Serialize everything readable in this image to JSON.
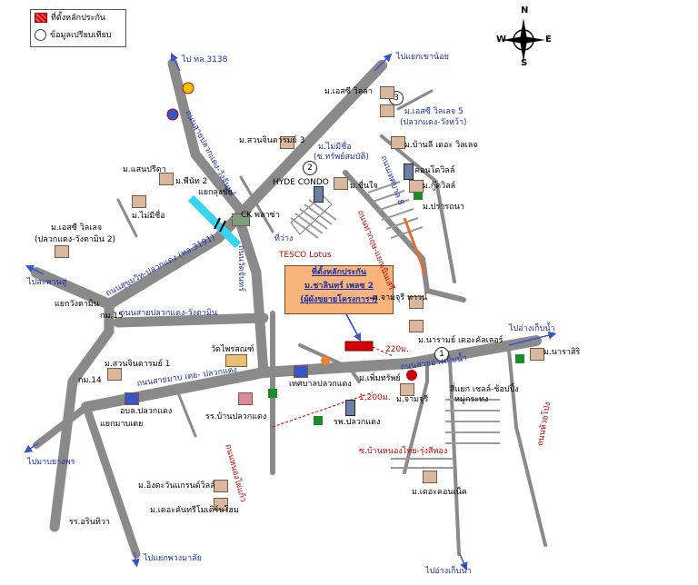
{
  "legend": {
    "project_location": "ที่ตั้งหลักประกัน",
    "comparables": "ข้อมูลเปรียบเทียบ"
  },
  "compass": {
    "n": "N",
    "s": "S",
    "e": "E",
    "w": "W"
  },
  "callout": {
    "line1": "ที่ตั้งหลักประกัน",
    "line2": "ม.ชาลินทร์ เพลซ 2",
    "line3": "(ผู้ผังขยายโครงการฯ)"
  },
  "markers": {
    "m1": "1",
    "m2": "2",
    "m3": "3"
  },
  "directions": {
    "to_3138": "ไป ทล.3138",
    "to_khao_noi": "ไปแยกเขาน้อย",
    "to_sapanku": "ไปสะพานสู่",
    "to_ang_kep_nam_top": "ไปอ่างเก็บน้ำ",
    "to_map_yang_phon": "ไปมาบยางพร",
    "to_phuang_malai": "ไปแยกพวงมาลัย",
    "to_ang_kep_nam_bottom": "ไปอ่างเก็บน้ำ"
  },
  "roads": {
    "pluak_daeng_wang_chan_rd": "ถนนสายปลวกแดง-วังจันทร์",
    "sukhumvit_3191": "ถนนสุขุมวิท-ปลวกแดง (ทล.3191)",
    "pluak_daeng_wangtamin": "ถนนสายปลวกแดง-วังตามิน",
    "map_ta_phut_pluak_daeng": "ถนนสายมาบ เตย- ปลวกแดง",
    "wat_chan": "ถนนวัดจันทร์",
    "nong_phai_kaeo": "ถนนหนองไผ่แก้ว",
    "soi_8": "ถนนเทศบาล 8",
    "tha_krit": "ถนนท่ากฤษ-แยกเนินเสรี",
    "ban_nong_phai": "ซ.บ้านหนองไทย-รุ่งสีทอง",
    "route_right": "ถนนสายอ่างเก็บน้ำ",
    "huai_pong": "ถนนห้วยโป่ง"
  },
  "places": {
    "es_villa_top": "ม.เอสซี วิลล่า",
    "es_villa_5": "ม.เอสซี วิลเลจ 5",
    "es_villa_5_sub": "(ปลวกแดง-วังหว้า)",
    "ban_lee_village": "ม.บ้านลี เดอะ วิลเลจ",
    "condo_villa": "คอนโดวิลล์",
    "goodville": "ม.กู๊ดวิลล์",
    "pratana": "ม.ปรารถนา",
    "suan_jinda_3": "ม.สวนจินดารมย์ 3",
    "mai_mee_sue_top": "ม.ไม่มีชื่อ",
    "mai_mee_sue_top_sub": "(ซ.ทรัพย์สมบัติ)",
    "hyde_condo": "HYDE CONDO",
    "chuen_jai": "ม.ชื่นใจ",
    "saensiri": "ม.แสนปรีดา",
    "pinat_2": "ม.พีนัท 2",
    "mai_mee_sue_left": "ม.ไม่มีชื่อ",
    "yaek_loong_chai": "แยกลุงชัย",
    "ck_plaza": "CK พลาซ่า",
    "es_villa_left": "ม.เอสซี วิลเลจ",
    "es_villa_left_sub": "(ปลวกแดง-วังตามิน 2)",
    "thi_wang": "ที่ว่าง",
    "tesco": "TESCO Lotus",
    "yaek_wang_tamin": "แยกวังตามิน",
    "km15": "กม.15",
    "charmjari_tower": "ม.จามจุรี ทาวน์",
    "narumol_collection": "ม.นารามย์ เดอะคัลเลอร์",
    "nara_siri": "ม.นาราสิริ",
    "wat_phrai": "วัดไพรสณฑ์",
    "suan_jinda_1": "ม.สวนจินดารมย์ 1",
    "km14": "กม.14",
    "tedsaban": "เทศบาลปลวกแดง",
    "pluak_daeng_dist": "อบล.ปลวกแดง",
    "rr_ban_pluak": "รร.บ้านปลวกแดง",
    "phimsiri": "ม.เพิ่มทรัพย์",
    "charmjuri": "ม.จามจุรี",
    "shell_station": "สี่แยก เชลล์-ช้อปปิ้ง",
    "shell_station_2": "หมู่กระทง",
    "hospital": "รพ.ปลวกแดง",
    "dist_220": "220ม.",
    "dist_1200": "1,200ม.",
    "the_connect": "ม.เดอะคอนเน็ค",
    "yaek_map_tep": "แยกมาบเตย",
    "ing_tawan": "ม.อิงตะวันแกรนด์วิลล์",
    "the_canton": "ม.เดอะคันทรีโมเดิร์นโฮม",
    "rr_arin": "รร.อรินทิวา"
  },
  "colors": {
    "road": "#8a8a8a",
    "road_label": "#1f2fb0",
    "dist_line": "#c00000",
    "callout_fill": "#f8b47a",
    "site_red": "#d80000"
  }
}
